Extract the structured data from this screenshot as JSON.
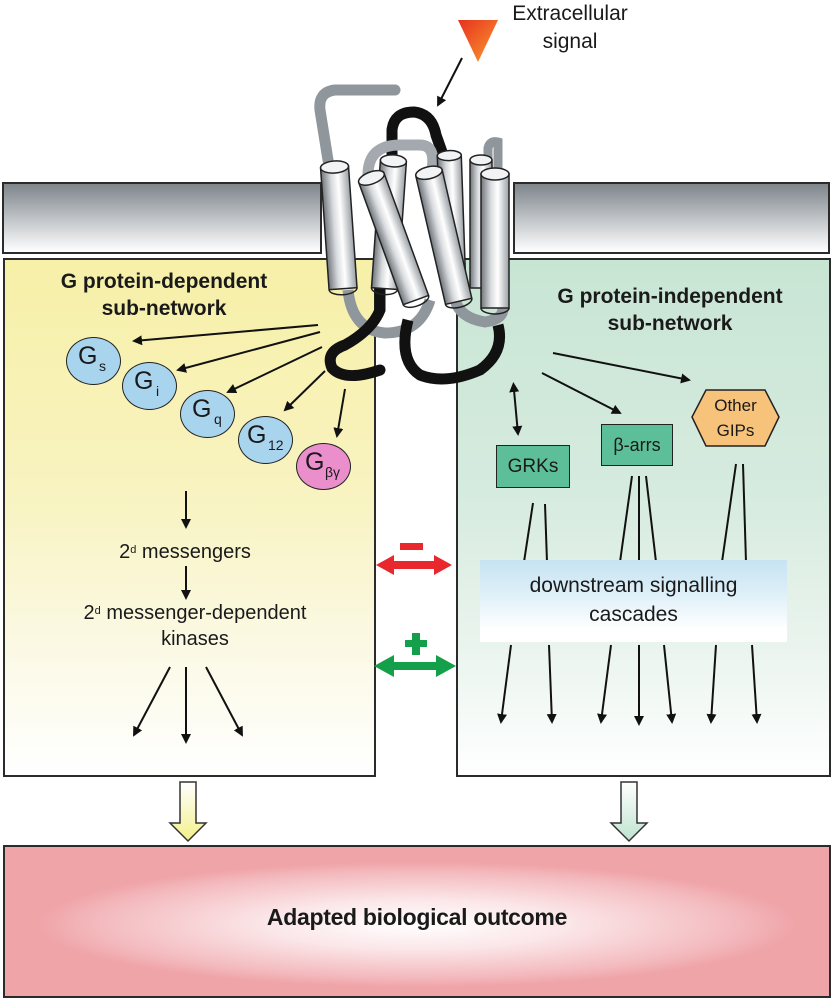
{
  "diagram": {
    "extracellular_signal": {
      "line1": "Extracellular",
      "line2": "signal",
      "color": "#f07a20"
    },
    "left_panel": {
      "title_line1": "G protein-dependent",
      "title_line2": "sub-network",
      "g_proteins": [
        {
          "base": "G",
          "sub": "s",
          "color": "#a8d4ee"
        },
        {
          "base": "G",
          "sub": "i",
          "color": "#a8d4ee"
        },
        {
          "base": "G",
          "sub": "q",
          "color": "#a8d4ee"
        },
        {
          "base": "G",
          "sub": "12",
          "color": "#a8d4ee"
        },
        {
          "base": "G",
          "sub": "βγ",
          "color": "#ea8fcc"
        }
      ],
      "second_messengers": {
        "prefix": "2",
        "sup": "d",
        "text": " messengers"
      },
      "kinases": {
        "prefix": "2",
        "sup": "d",
        "line1": " messenger-dependent",
        "line2": "kinases"
      }
    },
    "right_panel": {
      "title_line1": "G protein-independent",
      "title_line2": "sub-network",
      "effectors": [
        {
          "label": "GRKs",
          "shape": "rectangle",
          "color": "#5cbf9a"
        },
        {
          "label": "β-arrs",
          "shape": "rectangle",
          "color": "#5cbf9a"
        },
        {
          "label_line1": "Other",
          "label_line2": "GIPs",
          "shape": "hexagon",
          "color": "#f7c27a"
        }
      ],
      "cascade": {
        "line1": "downstream signalling",
        "line2": "cascades"
      }
    },
    "crosstalk": [
      {
        "sign": "−",
        "meaning": "inhibitory",
        "color": "#e8282d"
      },
      {
        "sign": "+",
        "meaning": "stimulatory",
        "color": "#14a04a"
      }
    ],
    "outcome": {
      "label": "Adapted biological outcome",
      "color": "#efa4a8"
    }
  }
}
